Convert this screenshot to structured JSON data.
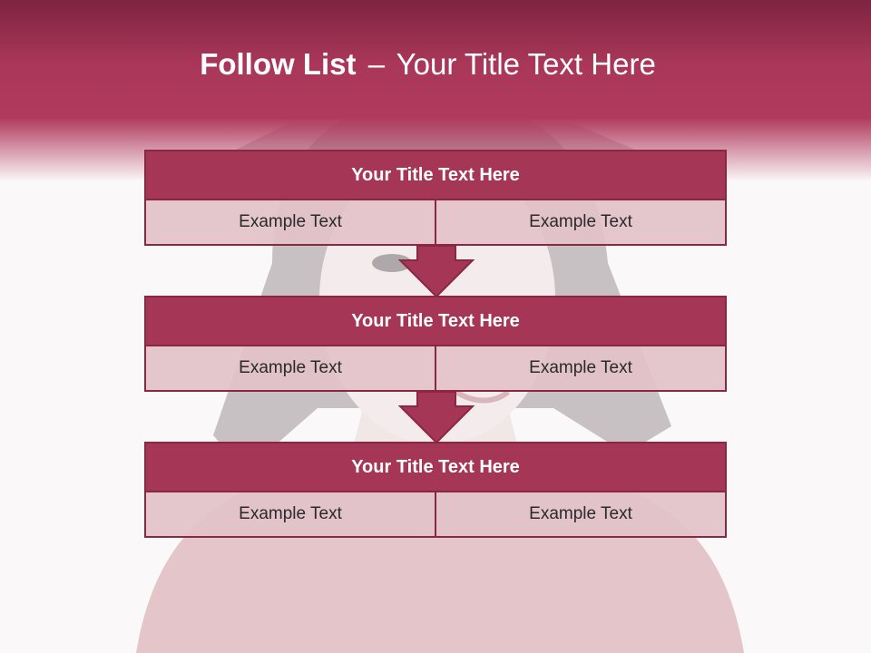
{
  "slide": {
    "title_bold": "Follow List",
    "title_sep": "–",
    "title_rest": "Your Title Text Here"
  },
  "steps": [
    {
      "title": "Your Title Text Here",
      "left": "Example Text",
      "right": "Example Text"
    },
    {
      "title": "Your Title Text Here",
      "left": "Example Text",
      "right": "Example Text"
    },
    {
      "title": "Your Title Text Here",
      "left": "Example Text",
      "right": "Example Text"
    }
  ],
  "colors": {
    "accent": "#a53655",
    "border": "#8a2843",
    "cell": "#e2c2c9",
    "header_dark": "#7e2440"
  }
}
